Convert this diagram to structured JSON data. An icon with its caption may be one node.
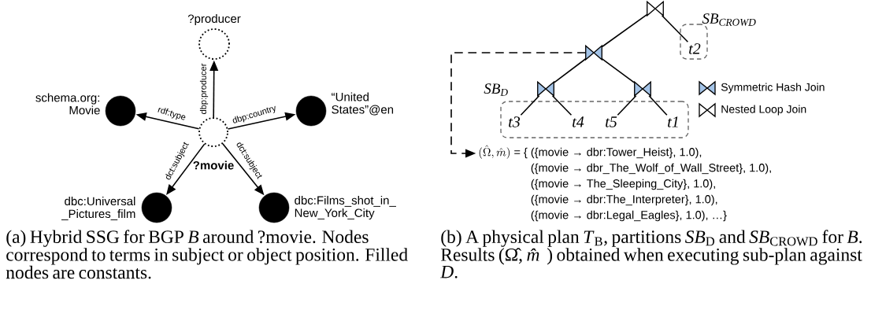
{
  "diagram": {
    "nodes": [
      {
        "text": [
          "?movie"
        ]
      },
      {
        "text": [
          "?producer"
        ]
      },
      {
        "text": [
          "schema.org: Movie"
        ]
      },
      {
        "text": [
          "“United States”@en"
        ]
      },
      {
        "text": [
          "dbc:Universal _Pictures_film"
        ]
      },
      {
        "text": [
          "dbc:Films_shot_in_ New_York_City"
        ]
      },
      {
        "text": [],
        "shape": "bowtie"
      },
      {
        "text": [
          "SB$_{CROWD}$"
        ]
      },
      {
        "text": [
          "t2"
        ],
        "in": 7
      },
      {
        "text": [],
        "shape": "bowtie"
      },
      {
        "text": [
          "SB$_{D}$"
        ]
      },
      {
        "text": [],
        "shape": "bowtie"
      },
      {
        "text": [],
        "shape": "bowtie"
      },
      {
        "text": [
          "t3"
        ],
        "in": 10
      },
      {
        "text": [
          "t4"
        ],
        "in": 10
      },
      {
        "text": [
          "t5"
        ],
        "in": 10
      },
      {
        "text": [
          "t1"
        ],
        "in": 10
      },
      {
        "text": [
          "(\\hat{\\Omega},\\hat{m})",
          "= {",
          "({movie → dbr:Tower_Heist}, 1.0),",
          "({movie → dbr_The_Wolf_of_Wall_Street}, 1.0),",
          "({movie → The_Sleeping_City}, 1.0),",
          "({movie → dbr:The_Interpreter}, 1.0),",
          "({movie → dbr:Legal_Eagles}, 1.0), …}"
        ]
      }
    ],
    "edges": [
      {
        "from": 0,
        "to": 1,
        "arrow": "to",
        "label": "dbp:producer"
      },
      {
        "from": 0,
        "to": 2,
        "arrow": "to",
        "label": "rdf:type"
      },
      {
        "from": 0,
        "to": 3,
        "arrow": "to",
        "label": "dbp:country"
      },
      {
        "from": 0,
        "to": 4,
        "arrow": "to",
        "label": "dct:subject"
      },
      {
        "from": 0,
        "to": 5,
        "arrow": "to",
        "label": "dct:subject"
      },
      {
        "from": 6,
        "to": 9,
        "arrow": "none"
      },
      {
        "from": 6,
        "to": 8,
        "arrow": "none"
      },
      {
        "from": 9,
        "to": 11,
        "arrow": "none"
      },
      {
        "from": 9,
        "to": 12,
        "arrow": "none"
      },
      {
        "from": 11,
        "to": 13,
        "arrow": "none"
      },
      {
        "from": 11,
        "to": 14,
        "arrow": "none"
      },
      {
        "from": 12,
        "to": 15,
        "arrow": "none"
      },
      {
        "from": 12,
        "to": 16,
        "arrow": "none"
      },
      {
        "from": 9,
        "to": 17,
        "arrow": "to",
        "style": "dashed"
      }
    ],
    "labels": [
      "(a) Hybrid SSG for BGP *B* around ?movie. Nodes correspond to terms in subject or object position. Filled nodes are constants.",
      "(b) A physical plan *T*$_{B}$, partitions *SB*$_{D}$ and *SB*$_{CROWD}$ for *B*. Results (Ω̂, *m̂*) obtained when executing sub-plan against *D*."
    ],
    "legend": [
      {
        "text": "Symmetric Hash Join",
        "color": "#a4c4e8"
      },
      {
        "text": "Nested Loop Join"
      }
    ]
  }
}
